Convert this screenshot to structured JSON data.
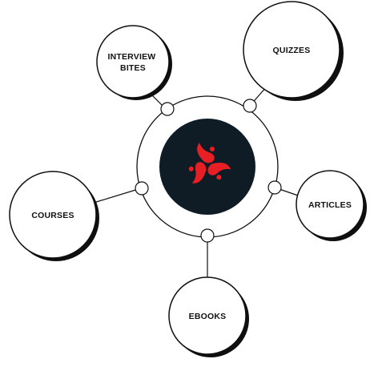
{
  "colors": {
    "stroke": "#0f0f0f",
    "hub_fill": "#0f1c26",
    "logo": "#e51f24",
    "background": "#ffffff"
  },
  "hub": {
    "logo_icon": "three-hands-logo-icon"
  },
  "nodes": {
    "interview_bites": {
      "line1": "INTERVIEW",
      "line2": "BITES"
    },
    "quizzes": {
      "label": "QUIZZES"
    },
    "courses": {
      "label": "COURSES"
    },
    "articles": {
      "label": "ARTICLES"
    },
    "ebooks": {
      "label": "EBOOKS"
    }
  }
}
